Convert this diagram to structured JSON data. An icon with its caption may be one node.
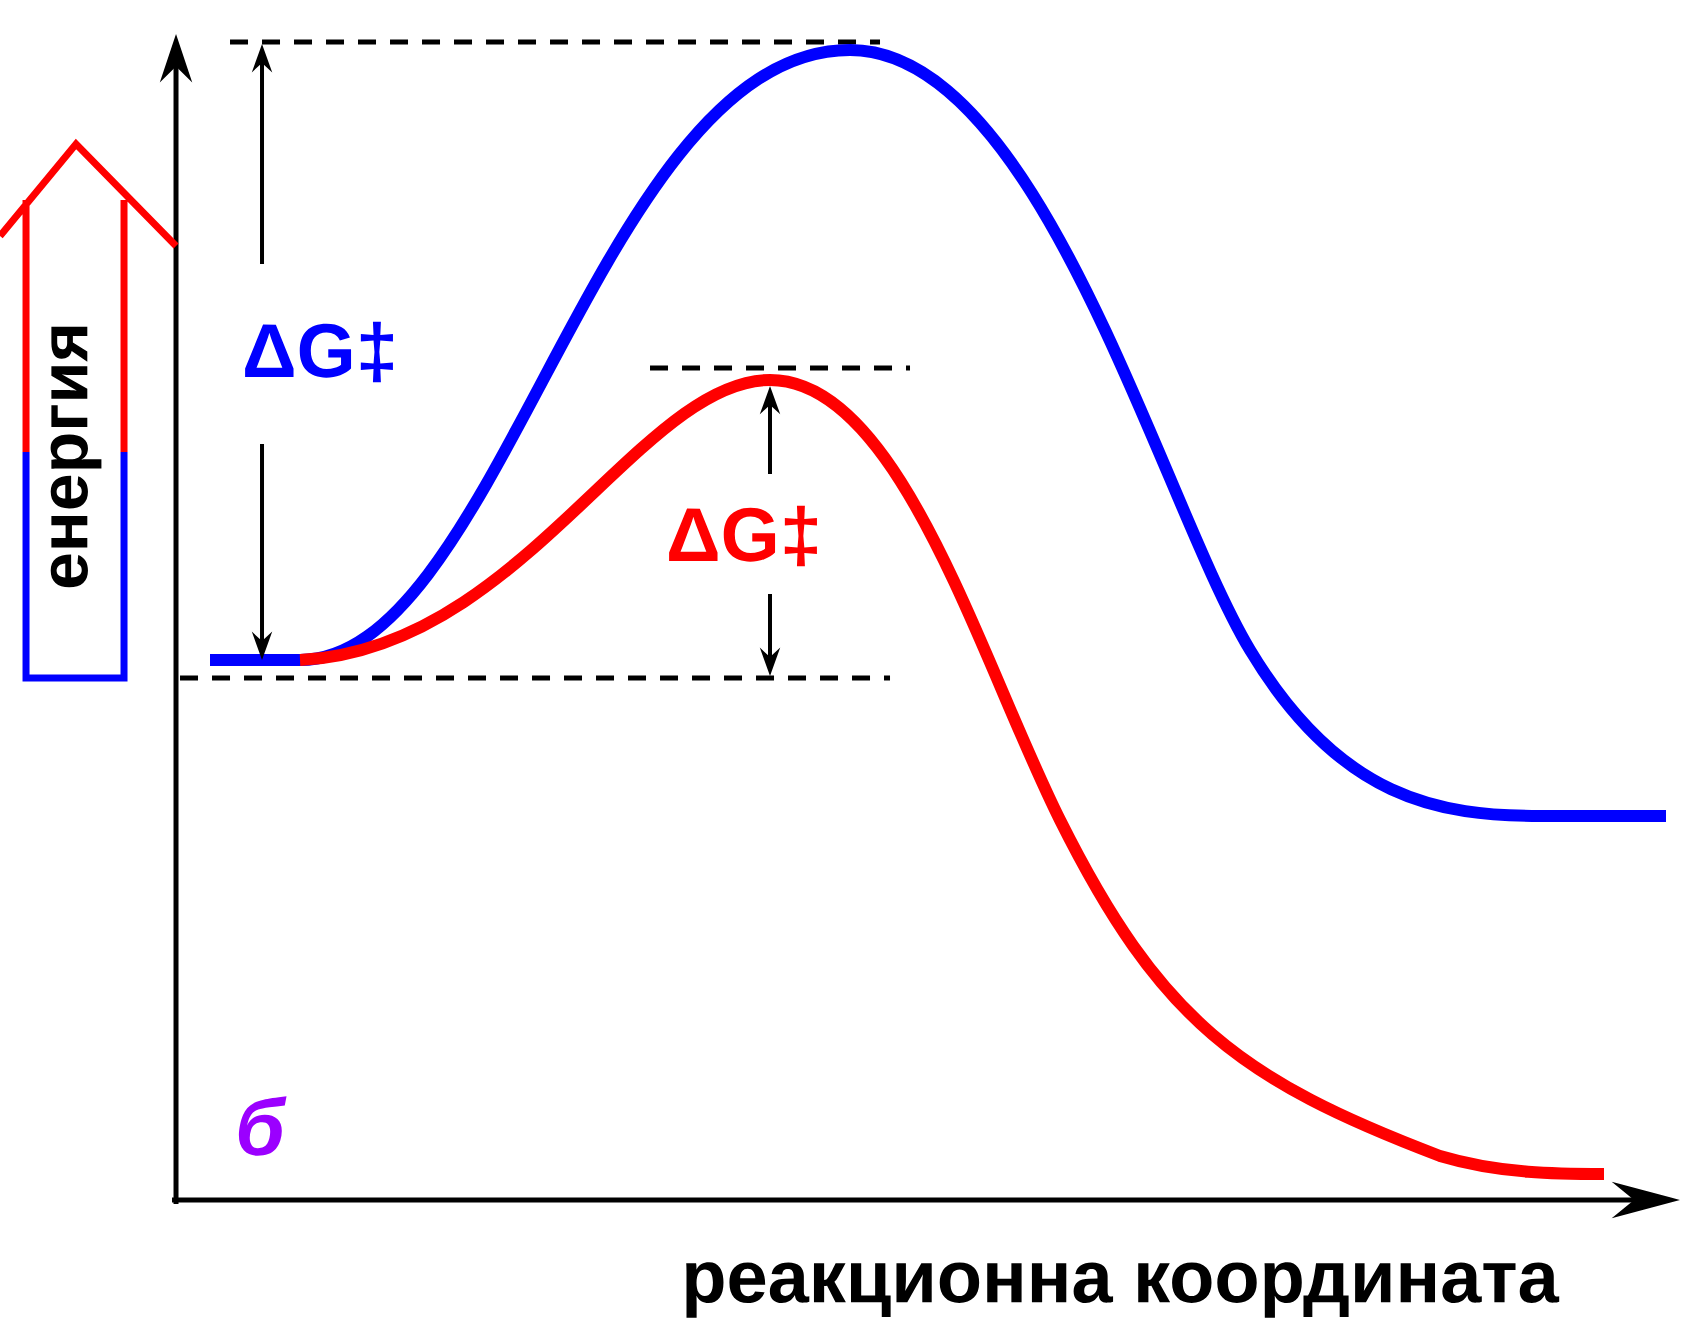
{
  "diagram": {
    "nodes": [
      {
        "text": [
          "енергия"
        ]
      }
    ],
    "labels": [
      "ΔG‡",
      "ΔG‡",
      "б",
      "реакционна координата"
    ]
  }
}
